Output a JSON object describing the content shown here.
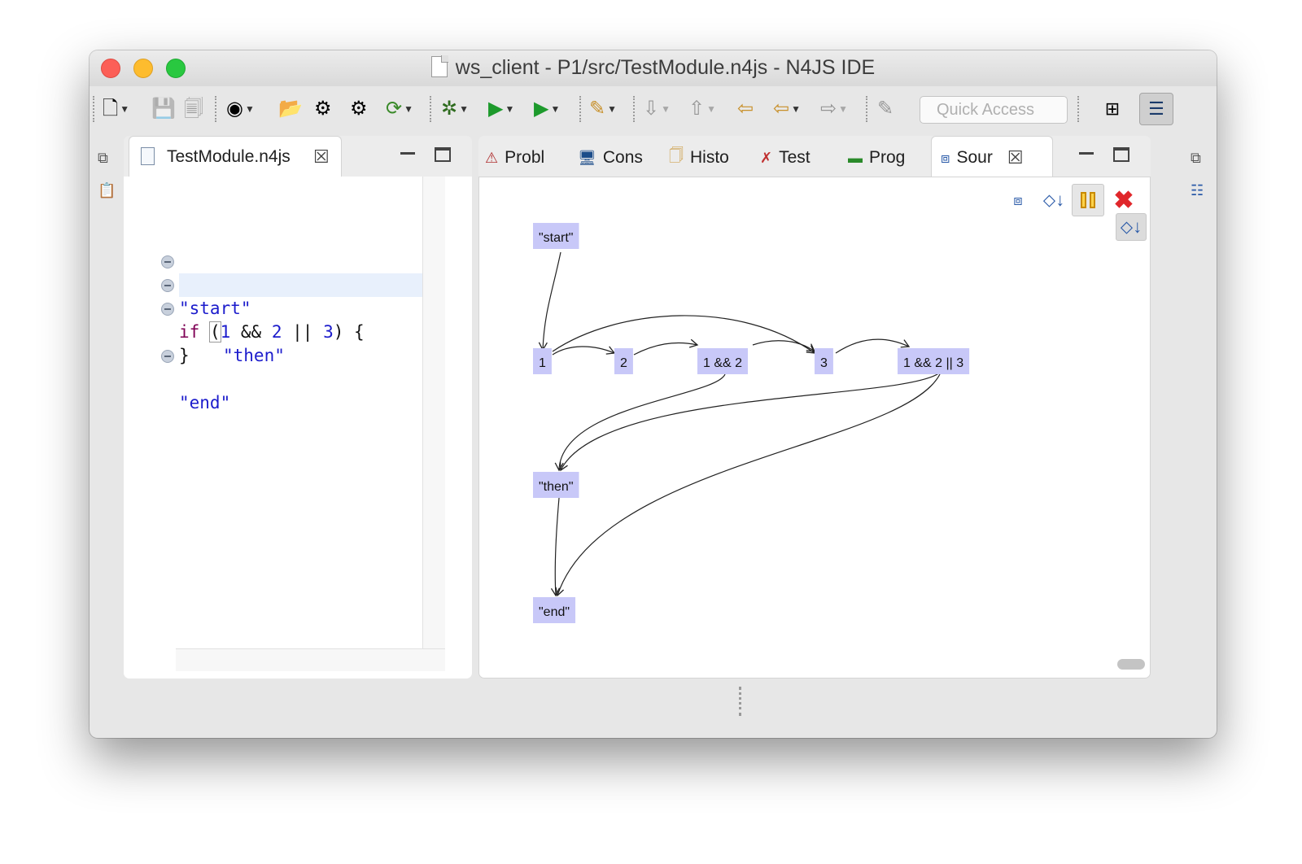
{
  "window": {
    "title": "ws_client - P1/src/TestModule.n4js - N4JS IDE"
  },
  "toolbar": {
    "quick_access_placeholder": "Quick Access",
    "icons": [
      "new-icon",
      "save-icon",
      "save-all-icon",
      "user-icon",
      "open-project-icon",
      "build-icon",
      "build-all-icon",
      "refresh-icon",
      "debug-icon",
      "run-icon",
      "run-config-icon",
      "pen-icon",
      "next-annotation-icon",
      "prev-annotation-icon",
      "last-edit-icon",
      "back-icon",
      "forward-icon",
      "pin-icon",
      "open-perspective-icon",
      "outline-perspective-icon"
    ]
  },
  "editor": {
    "tab_label": "TestModule.n4js",
    "code": {
      "line1": "\"start\"",
      "line2_kw": "if",
      "line2_paren_open": "(",
      "line2_n1": "1",
      "line2_op1": " && ",
      "line2_n2": "2",
      "line2_op2": " || ",
      "line2_n3": "3",
      "line2_tail": ") {",
      "line3": "\"then\"",
      "line4": "}",
      "line5": "\"end\""
    }
  },
  "views": {
    "tabs": [
      {
        "label": "Probl",
        "icon": "problems-icon"
      },
      {
        "label": "Cons",
        "icon": "console-icon"
      },
      {
        "label": "Histo",
        "icon": "history-icon"
      },
      {
        "label": "Test",
        "icon": "test-icon"
      },
      {
        "label": "Prog",
        "icon": "progress-icon"
      },
      {
        "label": "Sour",
        "icon": "source-graph-icon"
      }
    ],
    "graph": {
      "nodes": [
        {
          "id": "start",
          "label": "\"start\""
        },
        {
          "id": "n1",
          "label": "1"
        },
        {
          "id": "n2",
          "label": "2"
        },
        {
          "id": "and12",
          "label": "1 && 2"
        },
        {
          "id": "n3",
          "label": "3"
        },
        {
          "id": "or",
          "label": "1 && 2 || 3"
        },
        {
          "id": "then",
          "label": "\"then\""
        },
        {
          "id": "end",
          "label": "\"end\""
        }
      ],
      "edges": [
        [
          "start",
          "n1"
        ],
        [
          "n1",
          "n2"
        ],
        [
          "n1",
          "n3"
        ],
        [
          "n2",
          "and12"
        ],
        [
          "and12",
          "n3"
        ],
        [
          "n3",
          "or"
        ],
        [
          "and12",
          "then"
        ],
        [
          "or",
          "then"
        ],
        [
          "or",
          "end"
        ],
        [
          "then",
          "end"
        ]
      ]
    }
  },
  "colors": {
    "node_fill": "#c8c8f8",
    "code_string": "#1c1ccc",
    "code_keyword": "#7f0055",
    "current_line": "#e8f0fc"
  }
}
